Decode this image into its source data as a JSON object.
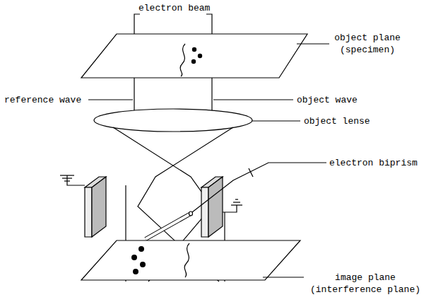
{
  "diagram": {
    "labels": [
      "electron beam",
      "object plane (specimen)",
      "reference wave",
      "object wave",
      "object lense",
      "electron biprism",
      "image plane (interference plane)"
    ]
  }
}
